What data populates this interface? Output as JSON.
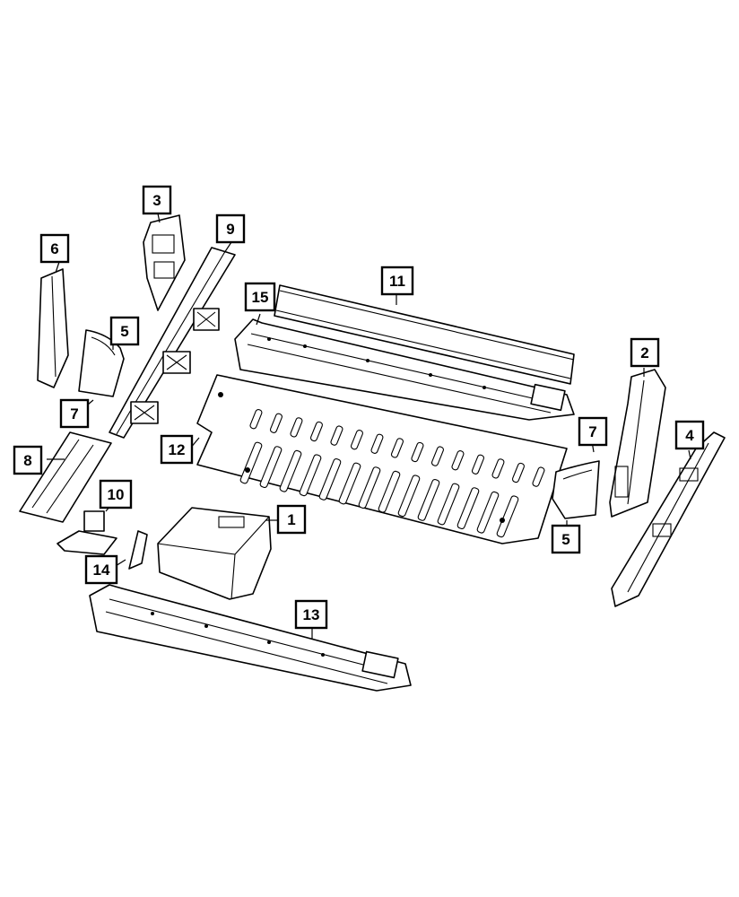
{
  "callouts": [
    {
      "id": "c1",
      "label": "1"
    },
    {
      "id": "c2",
      "label": "2"
    },
    {
      "id": "c3",
      "label": "3"
    },
    {
      "id": "c4",
      "label": "4"
    },
    {
      "id": "c5a",
      "label": "5"
    },
    {
      "id": "c5b",
      "label": "5"
    },
    {
      "id": "c6",
      "label": "6"
    },
    {
      "id": "c7a",
      "label": "7"
    },
    {
      "id": "c7b",
      "label": "7"
    },
    {
      "id": "c8",
      "label": "8"
    },
    {
      "id": "c9",
      "label": "9"
    },
    {
      "id": "c10",
      "label": "10"
    },
    {
      "id": "c11",
      "label": "11"
    },
    {
      "id": "c12",
      "label": "12"
    },
    {
      "id": "c13",
      "label": "13"
    },
    {
      "id": "c14",
      "label": "14"
    },
    {
      "id": "c15",
      "label": "15"
    }
  ]
}
